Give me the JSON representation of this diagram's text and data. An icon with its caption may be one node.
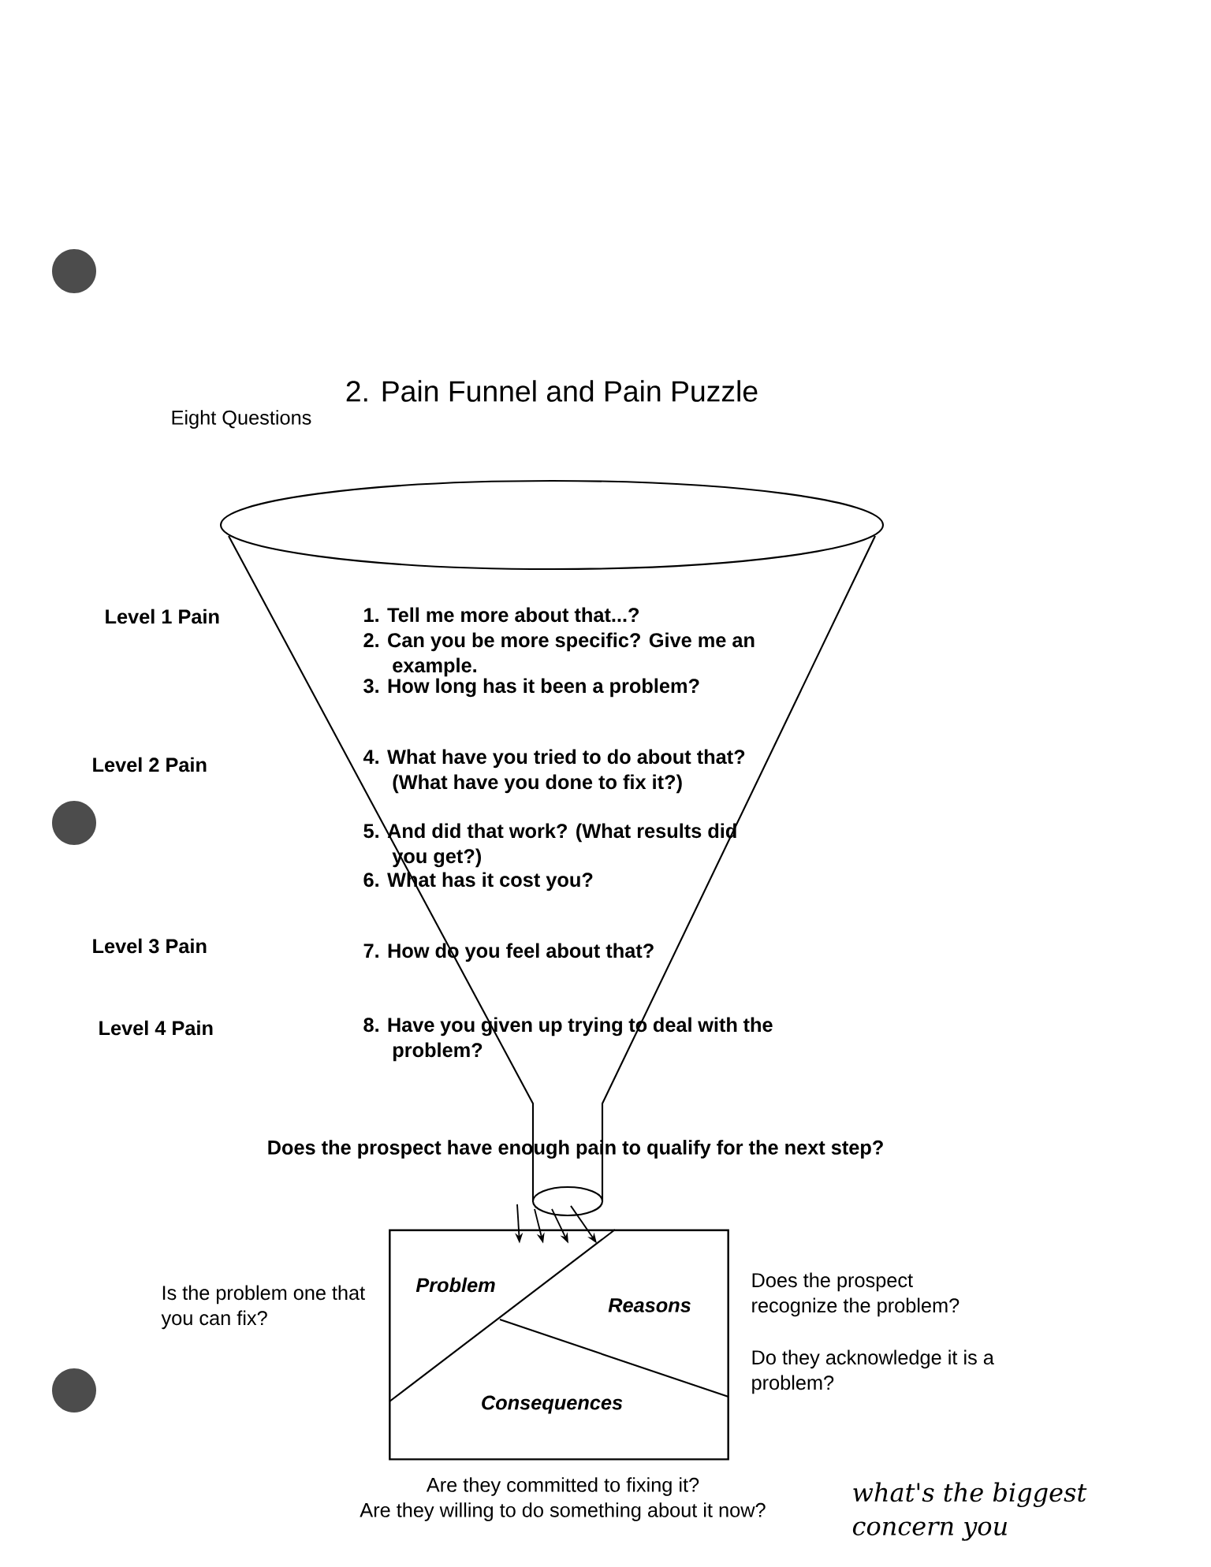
{
  "diagram": {
    "title": "2.  Pain Funnel and Pain Puzzle",
    "nodes": [
      {
        "text": [],
        "shape": "funnel"
      },
      {
        "text": [
          "Problem",
          "Reasons",
          "Consequences"
        ]
      }
    ],
    "edges": [
      {
        "from": 0,
        "to": 1,
        "arrow": "to"
      },
      {
        "from": 0,
        "to": 1,
        "arrow": "to"
      },
      {
        "from": 0,
        "to": 1,
        "arrow": "to"
      },
      {
        "from": 0,
        "to": 1,
        "arrow": "to"
      }
    ],
    "labels": [
      "Eight Questions",
      "Level 1 Pain",
      "1. Tell me more about that...?",
      "2. Can you be more specific? Give me an example.",
      "3. How long has it been a problem?",
      "Level 2 Pain",
      "4. What have you tried to do about that? (What have you done to fix it?)",
      "5. And did that work? (What results did you get?)",
      "6. What has it cost you?",
      "Level 3 Pain",
      "7. How do you feel about that?",
      "Level 4 Pain",
      "8. Have you given up trying to deal with the problem?",
      "Does the prospect have enough pain to qualify for the next step?",
      "Is the problem one that you can fix?",
      "Does the prospect recognize the problem?",
      "Do they acknowledge it is a problem?",
      "Are they committed to fixing it?",
      "Are they willing to do something about it now?",
      "what's the biggest concern you"
    ]
  }
}
